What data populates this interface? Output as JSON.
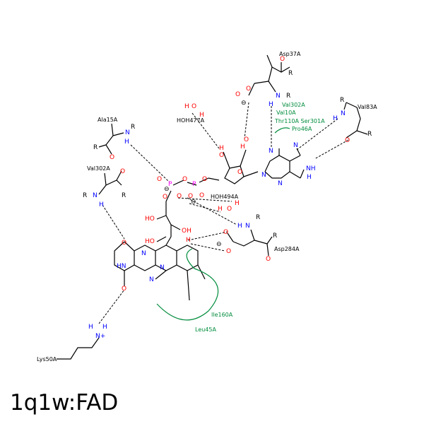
{
  "title": "1q1w:FAD",
  "residues": {
    "asp37a": "Asp37A",
    "val302a_1": "Val302A",
    "val83a": "Val83A",
    "ala15a": "Ala15A",
    "hoh477a": "HOH477A",
    "val302a_2": "Val302A",
    "hoh494a": "HOH494A",
    "asp284a": "Asp284A",
    "lys50a": "Lys50A"
  },
  "hydrophobic": {
    "val302a": "Val302A",
    "val10a": "Val10A",
    "thr110a_ser301a": "Thr110A Ser301A",
    "pro46a": "Pro46A",
    "ile160a": "Ile160A",
    "leu45a": "Leu45A"
  },
  "atoms": {
    "r": "R",
    "n": "N",
    "h": "H",
    "o": "O",
    "p": "P",
    "nh": "NH",
    "ho": "HO",
    "oh": "OH",
    "hn": "HN",
    "nplus": "N+",
    "minus": "⊖"
  },
  "colors": {
    "nitrogen": "#0000ff",
    "oxygen": "#ff0000",
    "phosphorus": "#ff00ff",
    "hydrophobic": "#008c3c"
  }
}
